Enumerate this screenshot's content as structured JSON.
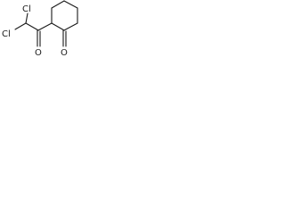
{
  "molecule": {
    "atoms": {
      "cl_top": "Cl",
      "cl_left": "Cl",
      "o_ketone_chain": "O",
      "o_ketone_ring": "O"
    }
  }
}
